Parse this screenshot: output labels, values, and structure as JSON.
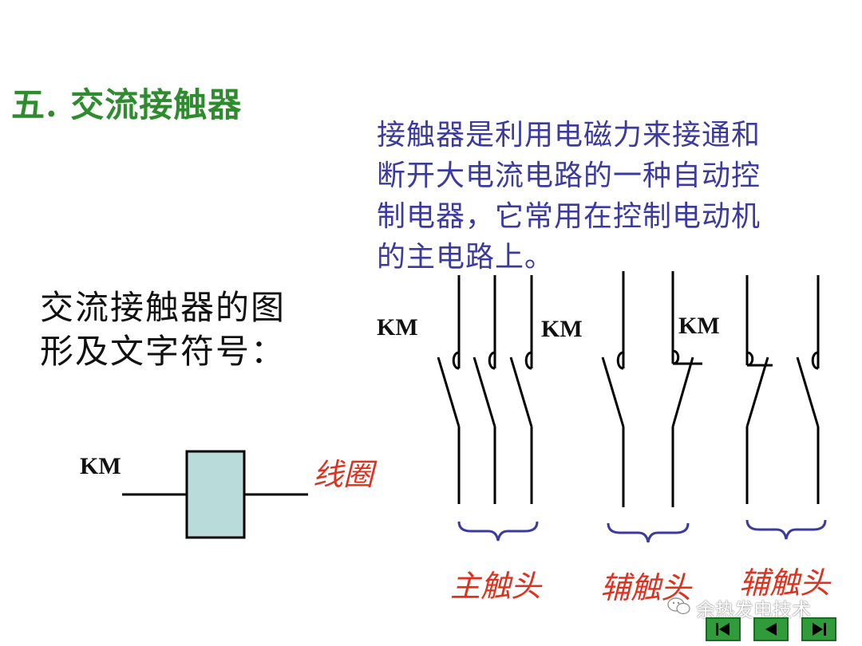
{
  "title": "五.  交流接触器",
  "description": {
    "lines": [
      "接触器是利用电磁力来接通和",
      "断开大电流电路的一种自动控",
      "制电器，它常用在控制电动机",
      "的主电路上。"
    ]
  },
  "symbol_heading": {
    "lines": [
      "交流接触器的图",
      "形及文字符号："
    ]
  },
  "coil": {
    "label": "KM",
    "caption": "线圈"
  },
  "main_contacts": {
    "label": "KM",
    "caption": "主触头"
  },
  "aux_contacts_no": {
    "label": "KM",
    "caption": "辅触头"
  },
  "aux_contacts_nc": {
    "label": "KM",
    "caption": "辅触头"
  },
  "watermark": "余热发电技术",
  "colors": {
    "title": "#2e8b2e",
    "description": "#3a3aa0",
    "caption": "#e0301e",
    "coil_fill": "#b9dcdb",
    "brace": "#3a3aa0",
    "nav_button": "#2f9b3b"
  },
  "navigation": {
    "buttons": [
      "first-page-icon",
      "previous-page-icon",
      "last-page-icon"
    ]
  }
}
